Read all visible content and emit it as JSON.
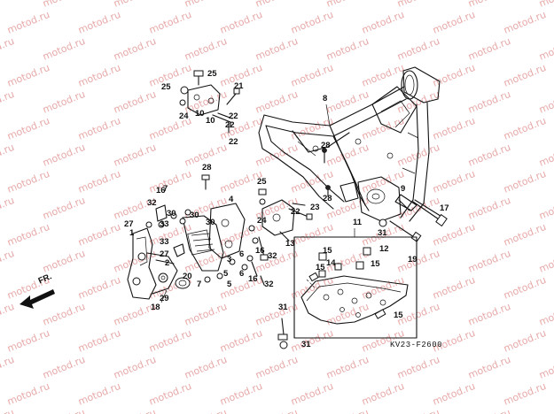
{
  "watermark": "motod.ru",
  "diagram_code": "KV23-F2600",
  "front_label": "FR.",
  "callouts": [
    {
      "id": "c25a",
      "label": "25"
    },
    {
      "id": "c25b",
      "label": "25"
    },
    {
      "id": "c21",
      "label": "21"
    },
    {
      "id": "c24a",
      "label": "24"
    },
    {
      "id": "c10a",
      "label": "10"
    },
    {
      "id": "c22a",
      "label": "22"
    },
    {
      "id": "c10b",
      "label": "10"
    },
    {
      "id": "c22b",
      "label": "22"
    },
    {
      "id": "c22c",
      "label": "22"
    },
    {
      "id": "c8",
      "label": "8"
    },
    {
      "id": "c28a",
      "label": "28"
    },
    {
      "id": "c28b",
      "label": "28"
    },
    {
      "id": "c28c",
      "label": "28"
    },
    {
      "id": "c9",
      "label": "9"
    },
    {
      "id": "c17",
      "label": "17"
    },
    {
      "id": "c25c",
      "label": "25"
    },
    {
      "id": "c24b",
      "label": "24"
    },
    {
      "id": "c22d",
      "label": "22"
    },
    {
      "id": "c23",
      "label": "23"
    },
    {
      "id": "c16a",
      "label": "16"
    },
    {
      "id": "c7a",
      "label": "7"
    },
    {
      "id": "c32a",
      "label": "32"
    },
    {
      "id": "c4",
      "label": "4"
    },
    {
      "id": "c30a",
      "label": "30"
    },
    {
      "id": "c30b",
      "label": "30"
    },
    {
      "id": "c30c",
      "label": "30"
    },
    {
      "id": "c27a",
      "label": "27"
    },
    {
      "id": "c1",
      "label": "1"
    },
    {
      "id": "c33a",
      "label": "33"
    },
    {
      "id": "c33b",
      "label": "33"
    },
    {
      "id": "c27b",
      "label": "27"
    },
    {
      "id": "c2",
      "label": "2"
    },
    {
      "id": "c20",
      "label": "20"
    },
    {
      "id": "c29",
      "label": "29"
    },
    {
      "id": "c18",
      "label": "18"
    },
    {
      "id": "c7b",
      "label": "7"
    },
    {
      "id": "c5a",
      "label": "5"
    },
    {
      "id": "c5b",
      "label": "5"
    },
    {
      "id": "c3",
      "label": "3"
    },
    {
      "id": "c6a",
      "label": "6"
    },
    {
      "id": "c6b",
      "label": "6"
    },
    {
      "id": "c16b",
      "label": "16"
    },
    {
      "id": "c16c",
      "label": "16"
    },
    {
      "id": "c32b",
      "label": "32"
    },
    {
      "id": "c32c",
      "label": "32"
    },
    {
      "id": "c13",
      "label": "13"
    },
    {
      "id": "c11",
      "label": "11"
    },
    {
      "id": "c31a",
      "label": "31"
    },
    {
      "id": "c19",
      "label": "19"
    },
    {
      "id": "c15a",
      "label": "15"
    },
    {
      "id": "c12",
      "label": "12"
    },
    {
      "id": "c15b",
      "label": "15"
    },
    {
      "id": "c14",
      "label": "14"
    },
    {
      "id": "c15c",
      "label": "15"
    },
    {
      "id": "c15d",
      "label": "15"
    },
    {
      "id": "c31b",
      "label": "31"
    },
    {
      "id": "c31c",
      "label": "31"
    }
  ]
}
